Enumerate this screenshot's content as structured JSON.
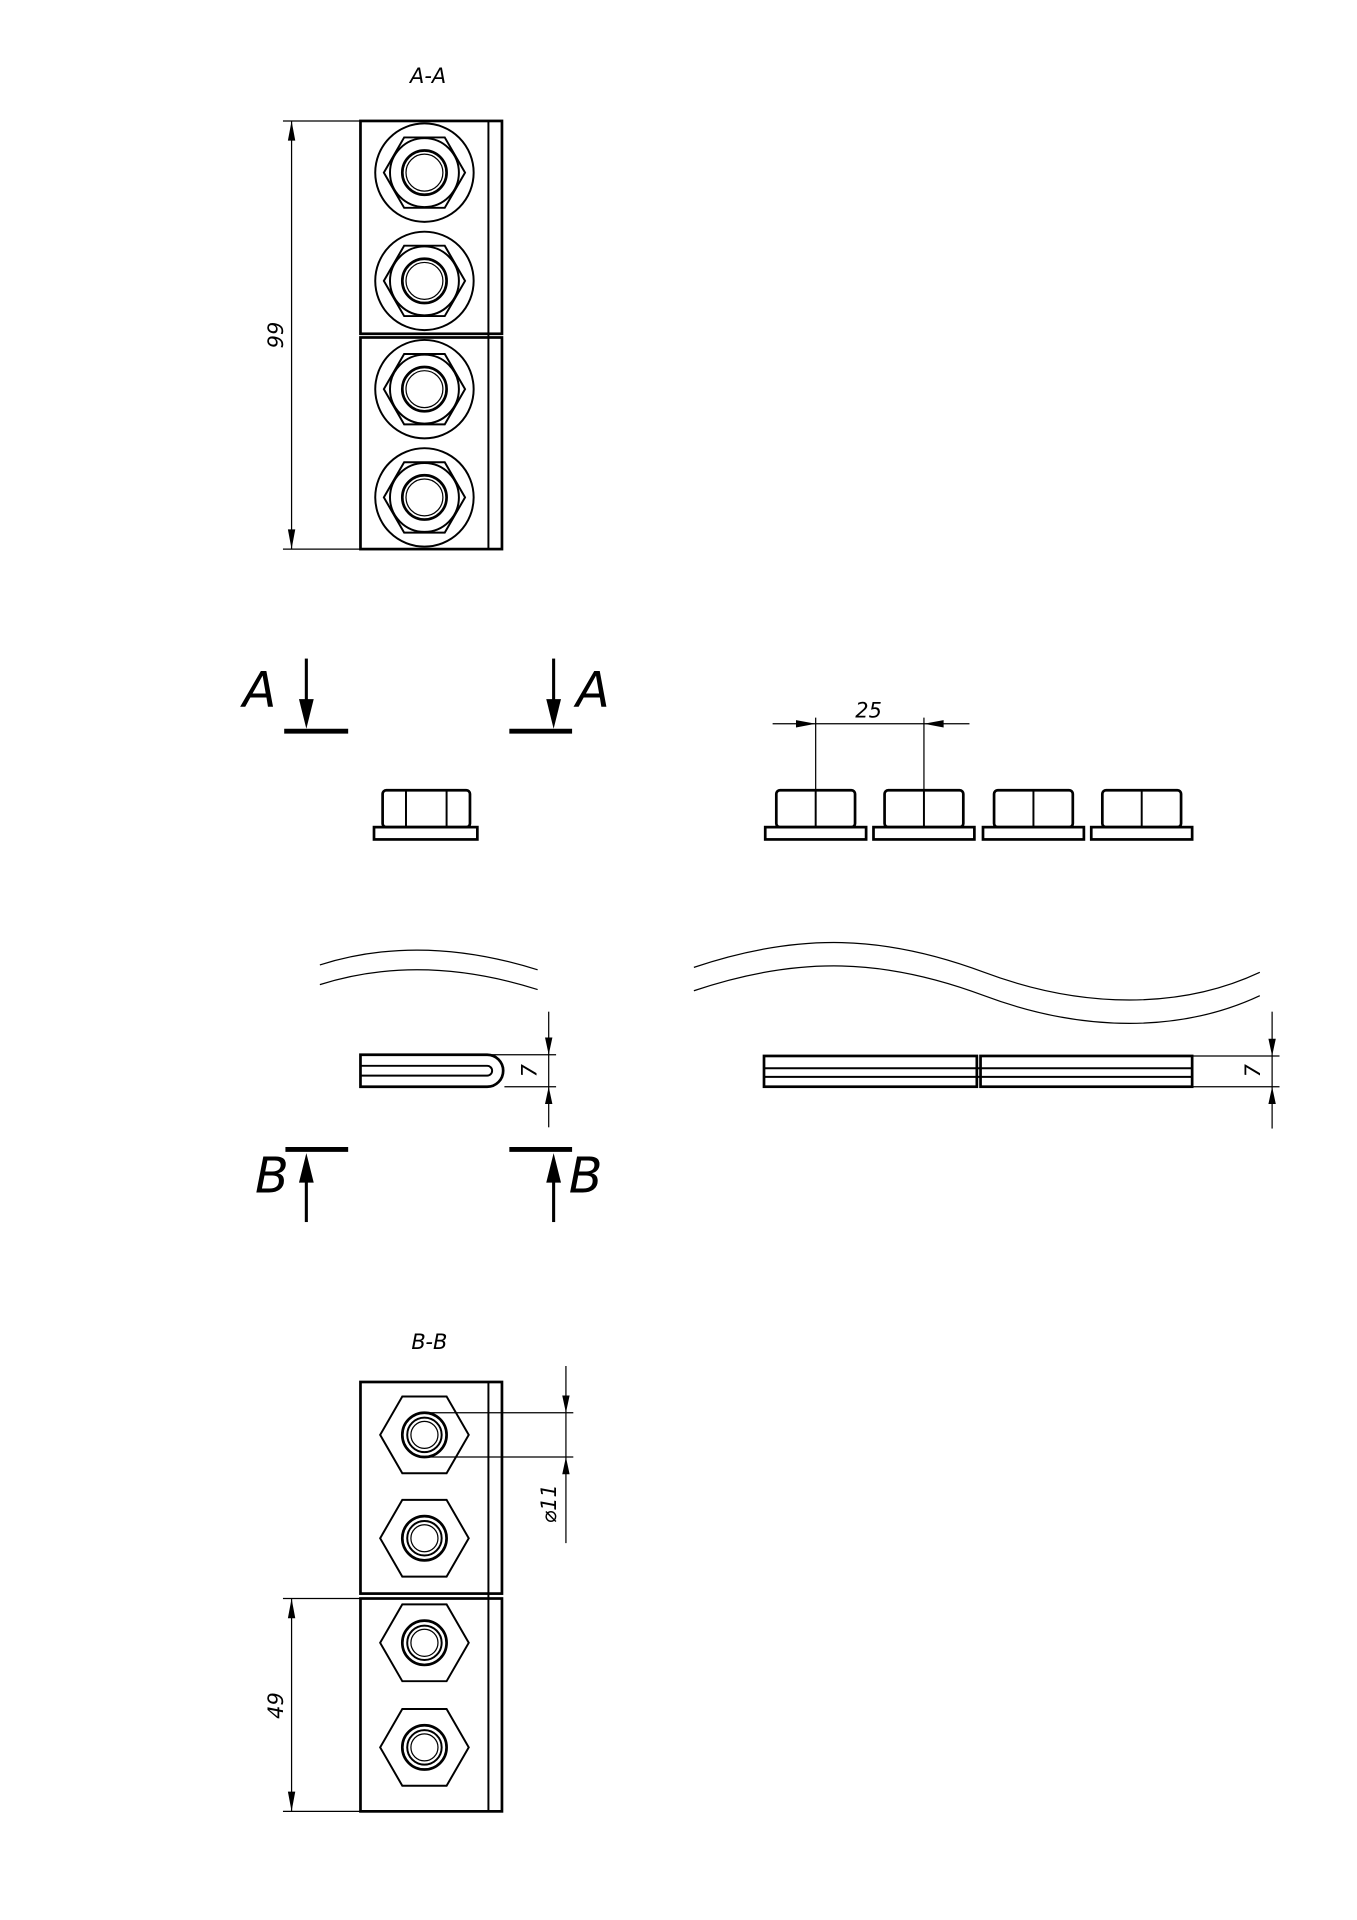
{
  "views": {
    "section_aa": {
      "title": "A-A",
      "dimension": "99"
    },
    "section_bb": {
      "title": "B-B",
      "dimension_height": "49",
      "dimension_hole": "⌀11"
    },
    "front": {
      "dimension_pitch": "25",
      "dimension_thickness_left": "7",
      "dimension_thickness_right": "7"
    },
    "markers": {
      "a_left": "A",
      "a_right": "A",
      "b_left": "B",
      "b_right": "B"
    }
  },
  "colors": {
    "line": "#000000",
    "background": "#ffffff"
  }
}
